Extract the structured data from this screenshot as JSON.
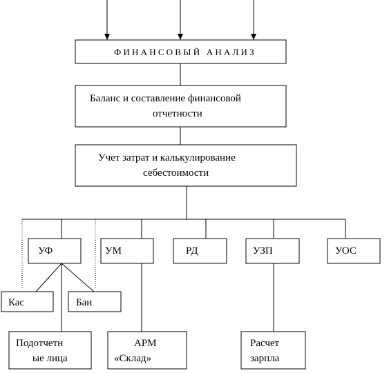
{
  "diagram": {
    "root": {
      "label": "ФИНАНСОВЫЙ АНАЛИЗ"
    },
    "level2": {
      "label_line1": "Баланс и составление финансовой",
      "label_line2": "отчетности"
    },
    "level3": {
      "label_line1": "Учет затрат и калькулирование",
      "label_line2": "себестоимости"
    },
    "units": {
      "uf": {
        "label": "УФ"
      },
      "um": {
        "label": "УМ"
      },
      "rd": {
        "label": "РД"
      },
      "uzp": {
        "label": "УЗП"
      },
      "uos": {
        "label": "УОС"
      }
    },
    "sub": {
      "kas": {
        "label": "Кас"
      },
      "ban": {
        "label": "Бан"
      },
      "podotchet": {
        "label_line1": "Подотчетн",
        "label_line2": "ые лица"
      },
      "arm": {
        "label_line1": "АРМ",
        "label_line2": "«Склад»"
      },
      "raschet": {
        "label_line1": "Расчет",
        "label_line2": "зарпла"
      }
    }
  }
}
